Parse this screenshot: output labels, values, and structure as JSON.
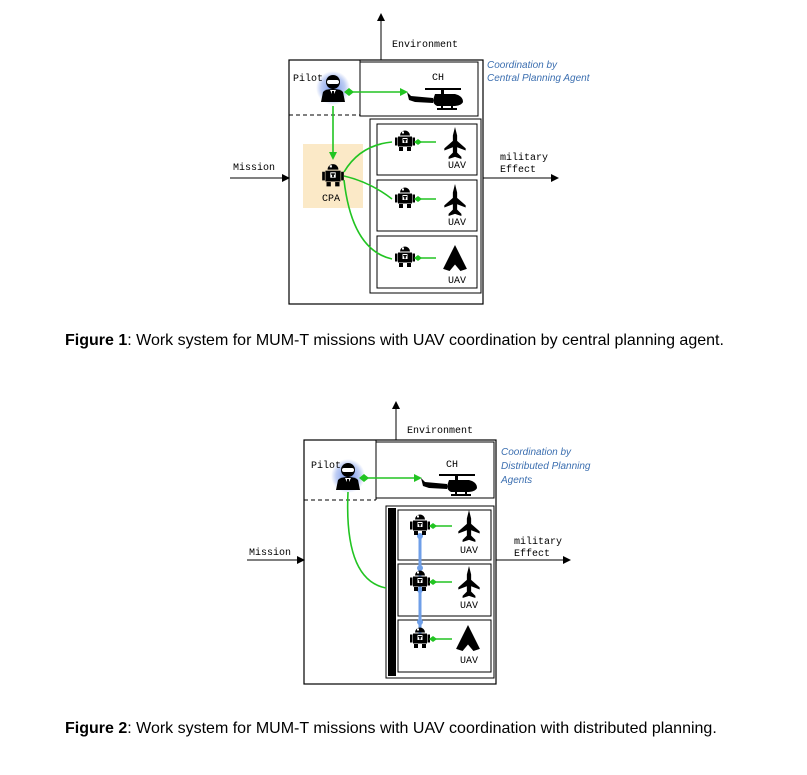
{
  "figure1": {
    "environment": "Environment",
    "note": [
      "Coordination by",
      "Central Planning Agent"
    ],
    "pilot": "Pilot",
    "ch": "CH",
    "cpa": "CPA",
    "uav": [
      "UAV",
      "UAV",
      "UAV"
    ],
    "mission": "Mission",
    "effect": [
      "military",
      "Effect"
    ],
    "caption_bold": "Figure 1",
    "caption_text": ": Work system for MUM-T missions with UAV coordination by central planning agent."
  },
  "figure2": {
    "environment": "Environment",
    "note": [
      "Coordination by",
      "Distributed Planning",
      "Agents"
    ],
    "pilot": "Pilot",
    "ch": "CH",
    "uav": [
      "UAV",
      "UAV",
      "UAV"
    ],
    "mission": "Mission",
    "effect": [
      "military",
      "Effect"
    ],
    "caption_bold": "Figure 2",
    "caption_text": ": Work system for MUM-T missions with UAV coordination with distributed planning."
  },
  "colors": {
    "link_green": "#22c422",
    "link_blue": "#6f9fe8",
    "cpa_fill": "#fbe9c7",
    "note_blue": "#3c6fb0"
  }
}
